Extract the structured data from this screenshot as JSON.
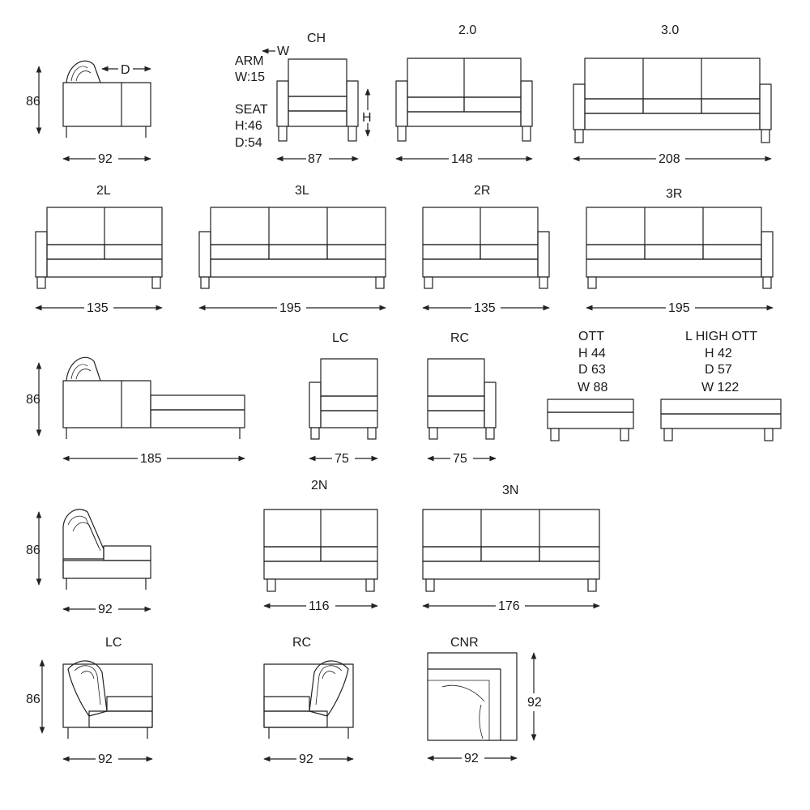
{
  "labels": {
    "ch": "CH",
    "s20": "2.0",
    "s30": "3.0",
    "l2": "2L",
    "l3": "3L",
    "r2": "2R",
    "r3": "3R",
    "lc": "LC",
    "rc": "RC",
    "ott": "OTT",
    "lhott": "L HIGH OTT",
    "n2": "2N",
    "n3": "3N",
    "lc2": "LC",
    "rc2": "RC",
    "cnr": "CNR"
  },
  "annotations": {
    "arm": "ARM",
    "arm_w": "W:15",
    "w_marker": "W",
    "seat": "SEAT",
    "seat_h": "H:46",
    "seat_d": "D:54",
    "h_marker": "H",
    "d_marker": "D"
  },
  "ottoman": {
    "h": "H 44",
    "d": "D 63",
    "w": "W 88"
  },
  "l_high_ottoman": {
    "h": "H 42",
    "d": "D 57",
    "w": "W 122"
  },
  "dims": {
    "side1_h": "86",
    "side1_w": "92",
    "ch_w": "87",
    "s20_w": "148",
    "s30_w": "208",
    "l2_w": "135",
    "l3_w": "195",
    "r2_w": "135",
    "r3_w": "195",
    "chaise_h": "86",
    "chaise_w": "185",
    "lc_w": "75",
    "rc_w": "75",
    "side2_h": "86",
    "side2_w": "92",
    "n2_w": "116",
    "n3_w": "176",
    "lc2_h": "86",
    "lc2_w": "92",
    "rc2_w": "92",
    "cnr_d": "92",
    "cnr_w": "92"
  }
}
